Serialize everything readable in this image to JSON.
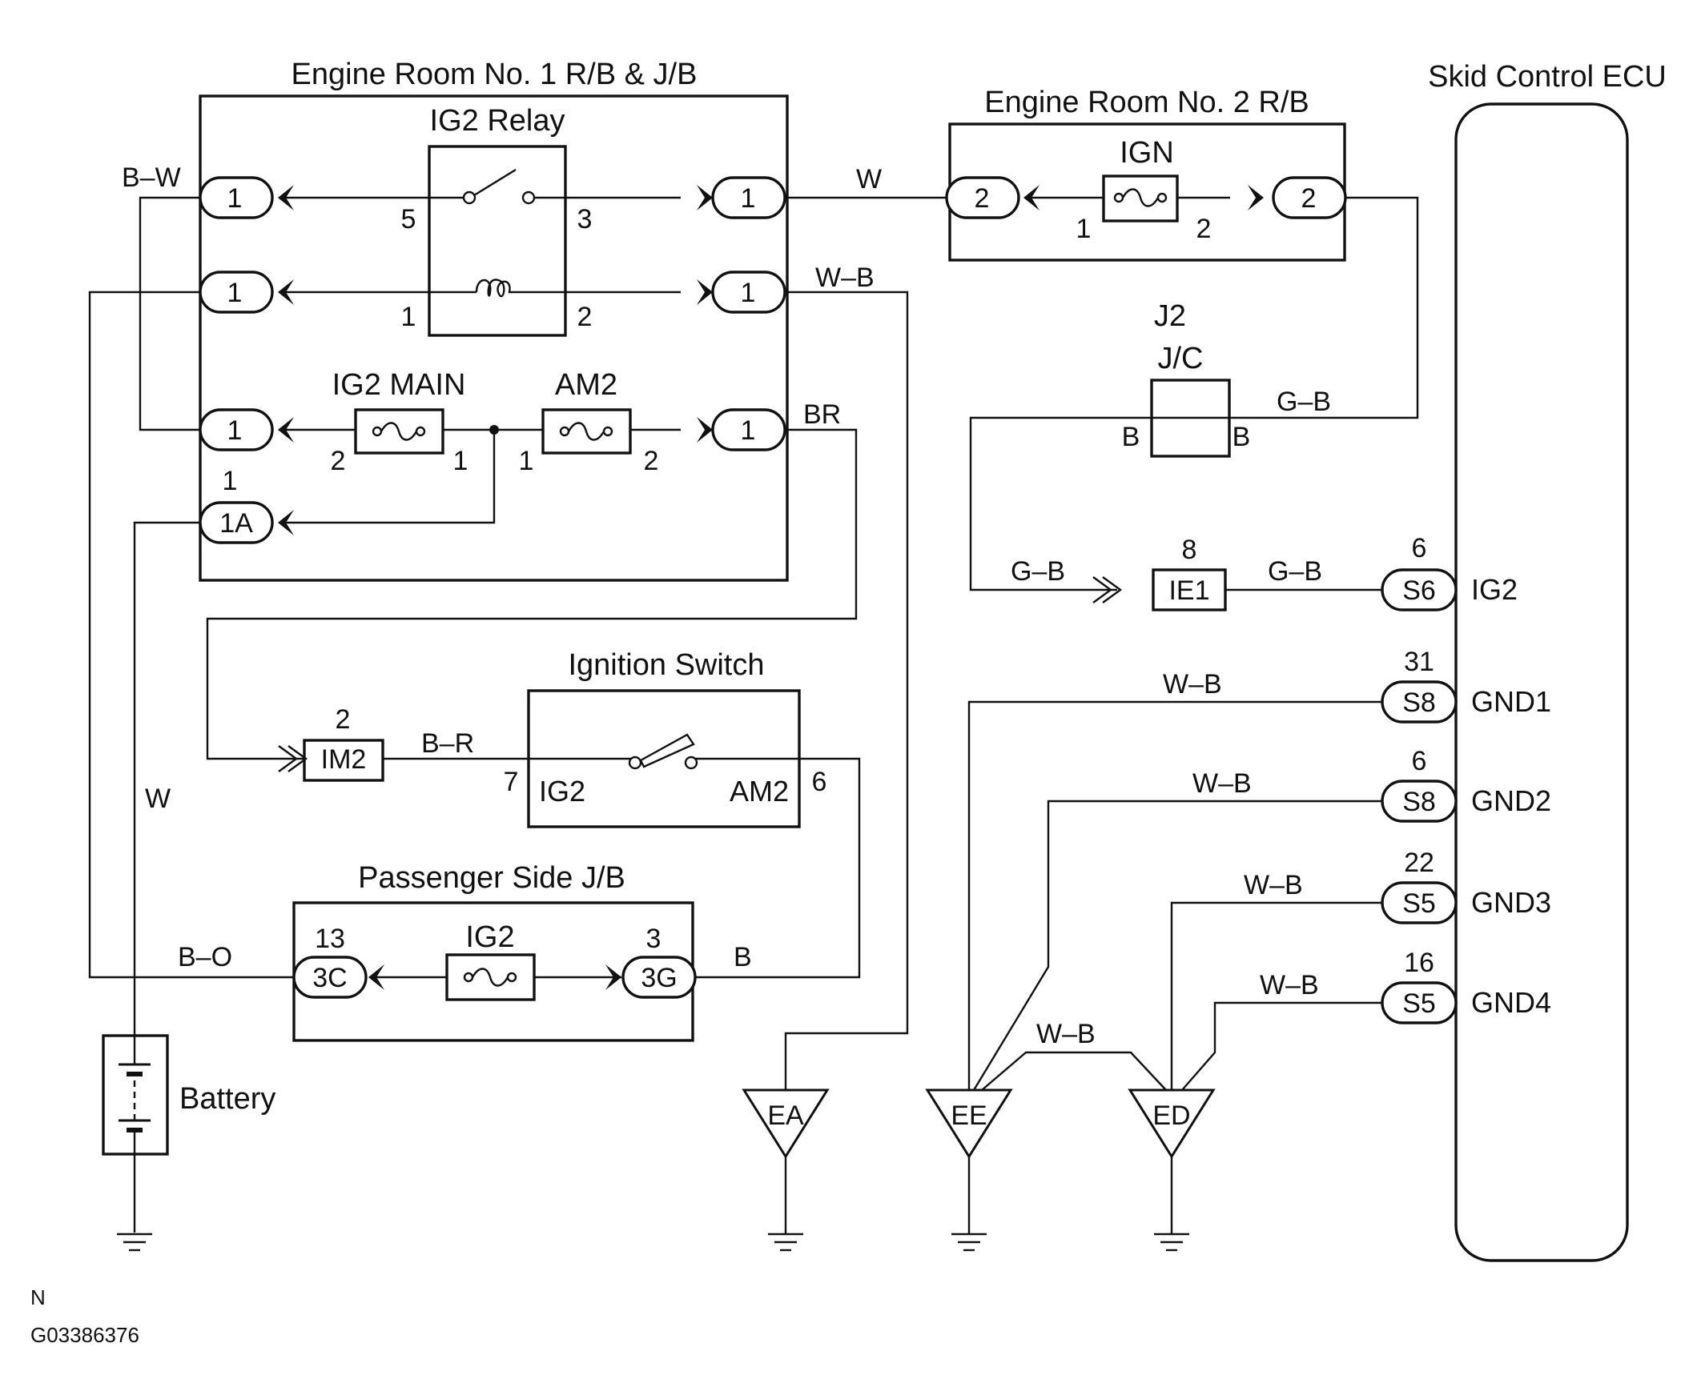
{
  "components": {
    "er1": "Engine Room No. 1 R/B & J/B",
    "ig2_relay": "IG2 Relay",
    "er2": "Engine Room No. 2 R/B",
    "ign": "IGN",
    "ecu": "Skid Control ECU",
    "ig2_main": "IG2 MAIN",
    "am2_fuse": "AM2",
    "jc_title": "J2",
    "jc_sub": "J/C",
    "ignition_switch": "Ignition Switch",
    "sw_ig2": "IG2",
    "sw_am2": "AM2",
    "psjb": "Passenger Side J/B",
    "ig2_fuse": "IG2",
    "battery": "Battery"
  },
  "connectors": {
    "c1": "1",
    "c2": "1",
    "c3": "1",
    "c4": "1",
    "c5": "1",
    "c6": "1",
    "c1a_top": "1",
    "c1a": "1A",
    "er2_left": "2",
    "er2_right": "2",
    "ie1_num": "8",
    "ie1": "IE1",
    "im2_num": "2",
    "im2": "IM2",
    "c3c_num": "13",
    "c3c": "3C",
    "c3g_num": "3",
    "c3g": "3G"
  },
  "pins": {
    "relay_5": "5",
    "relay_3": "3",
    "relay_1": "1",
    "relay_2": "2",
    "ign_1": "1",
    "ign_2": "2",
    "ig2main_2": "2",
    "ig2main_1": "1",
    "am2_1": "1",
    "am2_2": "2",
    "jc_left": "B",
    "jc_right": "B",
    "sw_7": "7",
    "sw_6": "6"
  },
  "wires": {
    "bw": "B–W",
    "w_top": "W",
    "wb_top": "W–B",
    "br": "BR",
    "w_left": "W",
    "gb_top": "G–B",
    "gb_left": "G–B",
    "gb_right": "G–B",
    "br_sw": "B–R",
    "bo": "B–O",
    "b": "B",
    "wb1": "W–B",
    "wb2": "W–B",
    "wb3": "W–B",
    "wb4": "W–B",
    "wb_ground": "W–B"
  },
  "ecu_terminals": [
    {
      "num": "6",
      "conn": "S6",
      "name": "IG2"
    },
    {
      "num": "31",
      "conn": "S8",
      "name": "GND1"
    },
    {
      "num": "6",
      "conn": "S8",
      "name": "GND2"
    },
    {
      "num": "22",
      "conn": "S5",
      "name": "GND3"
    },
    {
      "num": "16",
      "conn": "S5",
      "name": "GND4"
    }
  ],
  "grounds": {
    "ea": "EA",
    "ee": "EE",
    "ed": "ED"
  },
  "footer": {
    "letter": "N",
    "code": "G03386376"
  }
}
